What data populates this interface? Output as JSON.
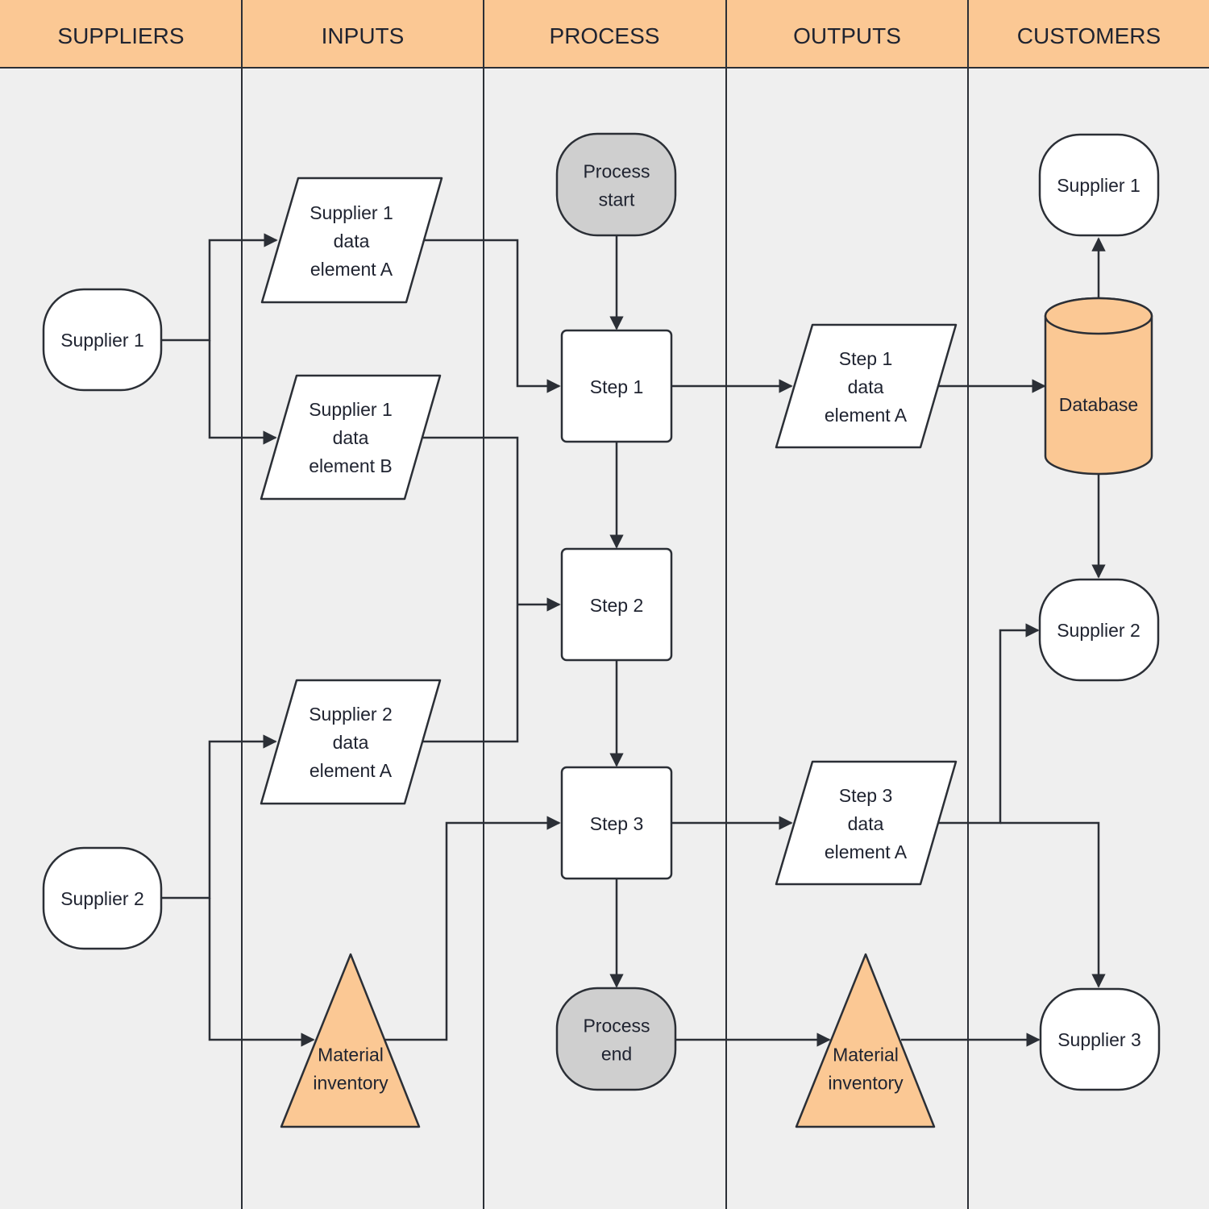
{
  "lanes": [
    {
      "id": "suppliers",
      "label": "SUPPLIERS"
    },
    {
      "id": "inputs",
      "label": "INPUTS"
    },
    {
      "id": "process",
      "label": "PROCESS"
    },
    {
      "id": "outputs",
      "label": "OUTPUTS"
    },
    {
      "id": "customers",
      "label": "CUSTOMERS"
    }
  ],
  "nodes": {
    "sup1": {
      "lines": [
        "Supplier 1"
      ]
    },
    "sup2": {
      "lines": [
        "Supplier 2"
      ]
    },
    "in_a": {
      "lines": [
        "Supplier 1",
        "data",
        "element A"
      ]
    },
    "in_b": {
      "lines": [
        "Supplier 1",
        "data",
        "element B"
      ]
    },
    "in_c": {
      "lines": [
        "Supplier 2",
        "data",
        "element A"
      ]
    },
    "in_mat": {
      "lines": [
        "Material",
        "inventory"
      ]
    },
    "p_start": {
      "lines": [
        "Process",
        "start"
      ]
    },
    "p_step1": {
      "lines": [
        "Step 1"
      ]
    },
    "p_step2": {
      "lines": [
        "Step 2"
      ]
    },
    "p_step3": {
      "lines": [
        "Step 3"
      ]
    },
    "p_end": {
      "lines": [
        "Process",
        "end"
      ]
    },
    "out1": {
      "lines": [
        "Step 1",
        "data",
        "element A"
      ]
    },
    "out3": {
      "lines": [
        "Step 3",
        "data",
        "element A"
      ]
    },
    "out_mat": {
      "lines": [
        "Material",
        "inventory"
      ]
    },
    "db": {
      "lines": [
        "Database"
      ]
    },
    "c_sup1": {
      "lines": [
        "Supplier 1"
      ]
    },
    "c_sup2": {
      "lines": [
        "Supplier 2"
      ]
    },
    "c_sup3": {
      "lines": [
        "Supplier 3"
      ]
    }
  },
  "colors": {
    "header": "#fbc894",
    "background": "#efefef",
    "line": "#2b2f36",
    "terminal_gray": "#cfcfcf",
    "accent_orange": "#fbc894"
  }
}
